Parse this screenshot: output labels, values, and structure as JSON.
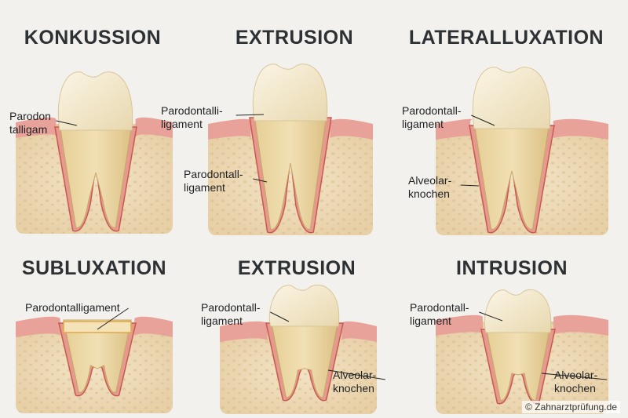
{
  "panels": [
    {
      "title": "KONKUSSION",
      "labels": [
        {
          "lines": [
            "Parodon",
            "talligam"
          ]
        }
      ]
    },
    {
      "title": "EXTRUSION",
      "labels": [
        {
          "lines": [
            "Parodontalli-",
            "ligament"
          ]
        },
        {
          "lines": [
            "Parodontall-",
            "ligament"
          ]
        }
      ]
    },
    {
      "title": "LATERALLUXATION",
      "labels": [
        {
          "lines": [
            "Parodontall-",
            "ligament"
          ]
        },
        {
          "lines": [
            "Alveolar-",
            "knochen"
          ]
        }
      ]
    },
    {
      "title": "SUBLUXATION",
      "labels": [
        {
          "lines": [
            "Parodontalligament"
          ]
        }
      ]
    },
    {
      "title": "EXTRUSION",
      "labels": [
        {
          "lines": [
            "Parodontall-",
            "ligament"
          ]
        },
        {
          "lines": [
            "Alveolar-",
            "knochen"
          ]
        }
      ]
    },
    {
      "title": "INTRUSION",
      "labels": [
        {
          "lines": [
            "Parodontall-",
            "ligament"
          ]
        },
        {
          "lines": [
            "Alveolar-",
            "knochen"
          ]
        }
      ]
    }
  ],
  "copyright": "© Zahnarztprüfung.de",
  "colors": {
    "background": "#f3f1ee",
    "bone": "#efdcb8",
    "gum": "#e8a29a",
    "ligament": "#d0605a",
    "tooth": "#f2e6c4",
    "root": "#e9d39c",
    "title": "#2e3133"
  }
}
